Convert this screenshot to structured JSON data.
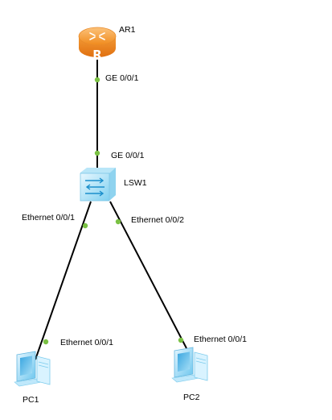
{
  "topology": {
    "link_color": "#000000",
    "port_color": "#7ac143",
    "devices": [
      {
        "id": "ar1",
        "label": "AR1",
        "kind": "router",
        "icon": "router-icon"
      },
      {
        "id": "lsw1",
        "label": "LSW1",
        "kind": "switch",
        "icon": "switch-icon"
      },
      {
        "id": "pc1",
        "label": "PC1",
        "kind": "pc",
        "icon": "pc-icon"
      },
      {
        "id": "pc2",
        "label": "PC2",
        "kind": "pc",
        "icon": "pc-icon"
      }
    ],
    "links": [
      {
        "from": "ar1",
        "from_port": "GE 0/0/1",
        "to": "lsw1",
        "to_port": "GE 0/0/1"
      },
      {
        "from": "lsw1",
        "from_port": "Ethernet 0/0/1",
        "to": "pc1",
        "to_port": "Ethernet 0/0/1"
      },
      {
        "from": "lsw1",
        "from_port": "Ethernet 0/0/2",
        "to": "pc2",
        "to_port": "Ethernet 0/0/1"
      }
    ]
  }
}
